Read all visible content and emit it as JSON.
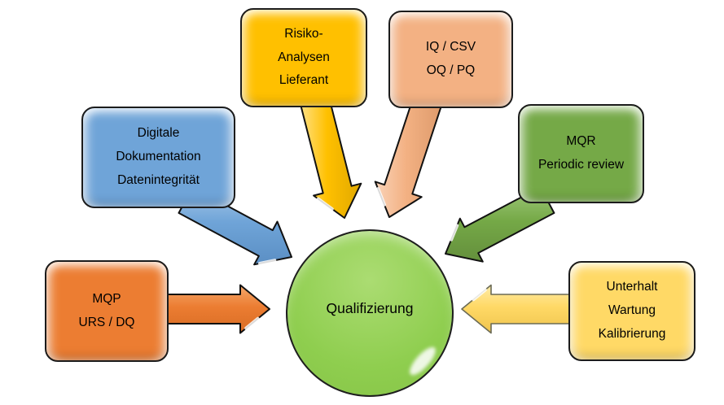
{
  "diagram": {
    "background_color": "#FFFFFF",
    "center": {
      "label": "Qualifizierung",
      "color": "#8FCE4F",
      "shape": "circle"
    },
    "boxes": [
      {
        "id": "risiko-analysen",
        "lines": [
          "Risiko-",
          "Analysen",
          "Lieferant"
        ],
        "color": "#FFC000",
        "position": "top-left"
      },
      {
        "id": "iq-csv",
        "lines": [
          "IQ / CSV",
          "OQ / PQ"
        ],
        "color": "#F3B183",
        "position": "top-right"
      },
      {
        "id": "digitale-dokumentation",
        "lines": [
          "Digitale",
          "Dokumentation",
          "Datenintegrität"
        ],
        "color": "#6FA4D8",
        "position": "left"
      },
      {
        "id": "mqr",
        "lines": [
          "MQR",
          "Periodic review"
        ],
        "color": "#75A947",
        "position": "right"
      },
      {
        "id": "mqp",
        "lines": [
          "MQP",
          "URS / DQ"
        ],
        "color": "#EC7D32",
        "position": "bottom-left"
      },
      {
        "id": "unterhalt",
        "lines": [
          "Unterhalt",
          "Wartung",
          "Kalibrierung"
        ],
        "color": "#FFD966",
        "position": "bottom-right"
      }
    ],
    "arrows": [
      {
        "from": "risiko-analysen",
        "to": "center",
        "color": "#FFC000"
      },
      {
        "from": "iq-csv",
        "to": "center",
        "color": "#F3B183"
      },
      {
        "from": "digitale-dokumentation",
        "to": "center",
        "color": "#6FA4D8"
      },
      {
        "from": "mqr",
        "to": "center",
        "color": "#75A947"
      },
      {
        "from": "mqp",
        "to": "center",
        "color": "#EC7D32"
      },
      {
        "from": "unterhalt",
        "to": "center",
        "color": "#FFD966"
      }
    ]
  }
}
